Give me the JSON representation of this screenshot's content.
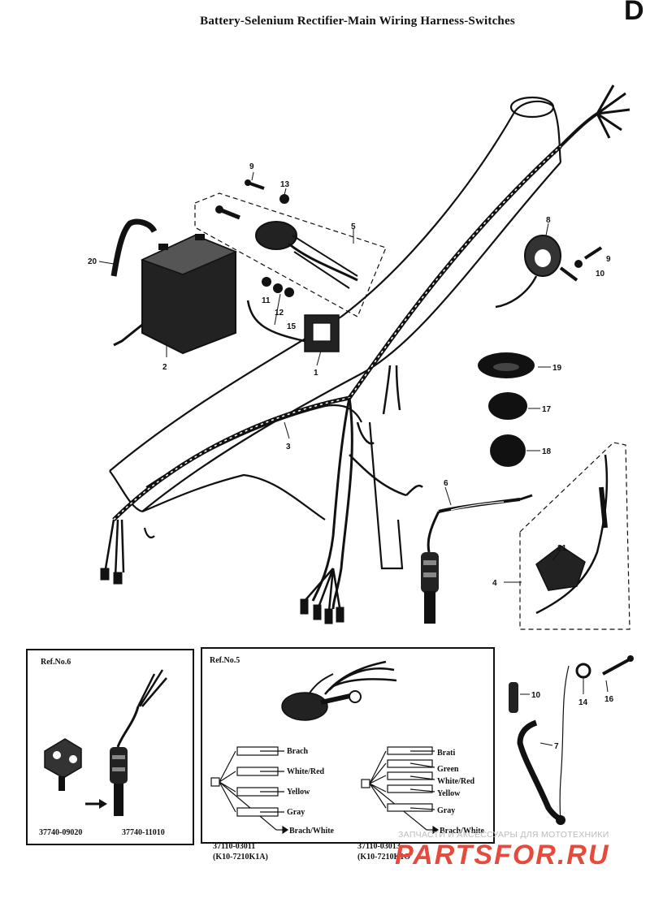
{
  "title": "Battery-Selenium Rectifier-Main Wiring Harness-Switches",
  "corner_label": "D",
  "callouts": {
    "c20": "20",
    "c2": "2",
    "c9a": "9",
    "c13": "13",
    "c5": "5",
    "c11": "11",
    "c12": "12",
    "c15": "15",
    "c1": "1",
    "c3": "3",
    "c8": "8",
    "c9b": "9",
    "c10": "10",
    "c19": "19",
    "c17": "17",
    "c18": "18",
    "c6": "6",
    "c21": "21",
    "c4": "4",
    "c10b": "10",
    "c14": "14",
    "c16": "16",
    "c7": "7"
  },
  "ref6": {
    "label": "Ref.No.6",
    "part_left": "37740-09020",
    "part_right": "37740-11010"
  },
  "ref5": {
    "label": "Ref.No.5",
    "left_wires": [
      "Brach",
      "White/Red",
      "Yellow",
      "Gray",
      "Brach/White"
    ],
    "right_wires": [
      "Brati",
      "Green",
      "White/Red",
      "Yellow",
      "Gray",
      "Brach/White"
    ],
    "left_part": "37110-03011",
    "left_sub": "(K10-7210K1A)",
    "right_part": "37110-03013",
    "right_sub": "(K10-7210K1O"
  },
  "watermark": {
    "text": "ЗАПЧАСТИ И АКСЕССУАРЫ ДЛЯ МОТОТЕХНИКИ",
    "logo": "PARTSFOR.RU"
  }
}
